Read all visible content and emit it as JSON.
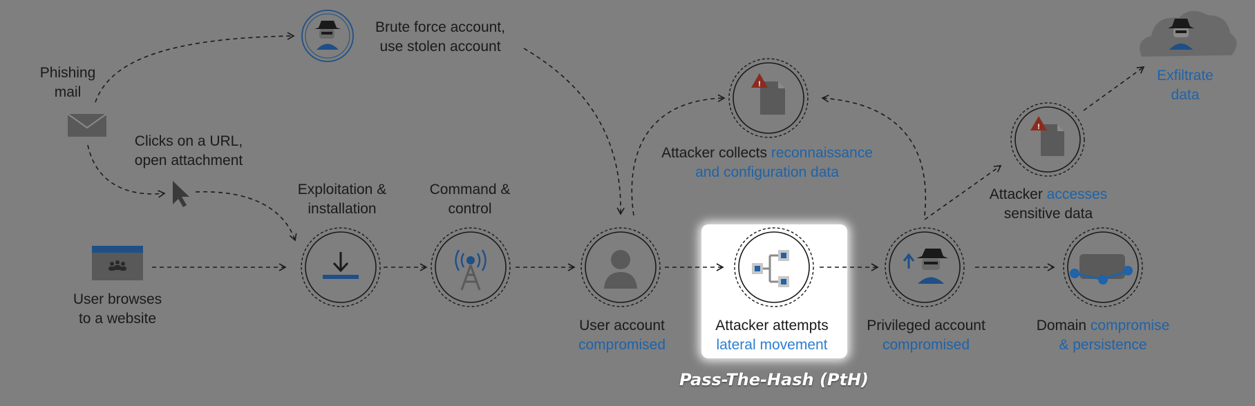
{
  "colors": {
    "background": "#7f7f7f",
    "text": "#1a1a1a",
    "accent_blue": "#1f63a8",
    "accent_blue_light": "#2b7fd0",
    "warning_red": "#8b2b20",
    "highlight": "#ffffff"
  },
  "labels": {
    "phishing": [
      "Phishing",
      "mail"
    ],
    "brute": [
      "Brute force account,",
      "use stolen account"
    ],
    "clicks": [
      "Clicks on a URL,",
      "open attachment"
    ],
    "exploit": [
      "Exploitation &",
      "installation"
    ],
    "command": [
      "Command &",
      "control"
    ],
    "browses": [
      "User browses",
      "to a website"
    ],
    "user_account": {
      "l1": "User account",
      "l2": "compromised"
    },
    "collects": {
      "l1a": "Attacker collects ",
      "l1b": "reconnaissance",
      "l2": "and configuration data"
    },
    "lateral": {
      "l1": "Attacker attempts",
      "l2": "lateral movement"
    },
    "privileged": {
      "l1": "Privileged account",
      "l2": "compromised"
    },
    "accesses": {
      "l1a": "Attacker ",
      "l1b": "accesses",
      "l2": "sensitive data"
    },
    "domain": {
      "l1a": "Domain ",
      "l1b": "compromise",
      "l2": "& persistence"
    },
    "exfiltrate": [
      "Exfiltrate",
      "data"
    ]
  },
  "caption": "Pass-The-Hash (PtH)",
  "icons": [
    "mail-icon",
    "hacker-icon",
    "cursor-icon",
    "website-icon",
    "download-icon",
    "antenna-icon",
    "user-icon",
    "document-warning-icon",
    "network-icon",
    "privileged-hacker-icon",
    "domain-icon",
    "cloud-hacker-icon"
  ]
}
